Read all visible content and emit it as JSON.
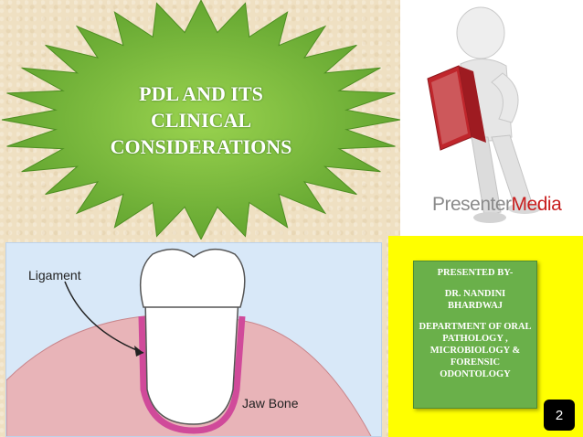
{
  "title": {
    "text": "PDL AND ITS\nCLINICAL\nCONSIDERATIONS"
  },
  "logo": {
    "part1": "Presenter",
    "part2": "Media"
  },
  "diagram": {
    "ligament_label": "Ligament",
    "bone_label": "Jaw Bone"
  },
  "info": {
    "presented_by": "PRESENTED BY-",
    "name": "DR. NANDINI\nBHARDWAJ",
    "department": "DEPARTMENT OF ORAL\nPATHOLOGY ,\nMICROBIOLOGY &\nFORENSIC\nODONTOLOGY"
  },
  "page_number": "2",
  "colors": {
    "burst": "#7ac143",
    "info_box": "#6ab04a",
    "panel": "#ffff00",
    "bone": "#e8b4b8",
    "ligament": "#d04a9a"
  }
}
